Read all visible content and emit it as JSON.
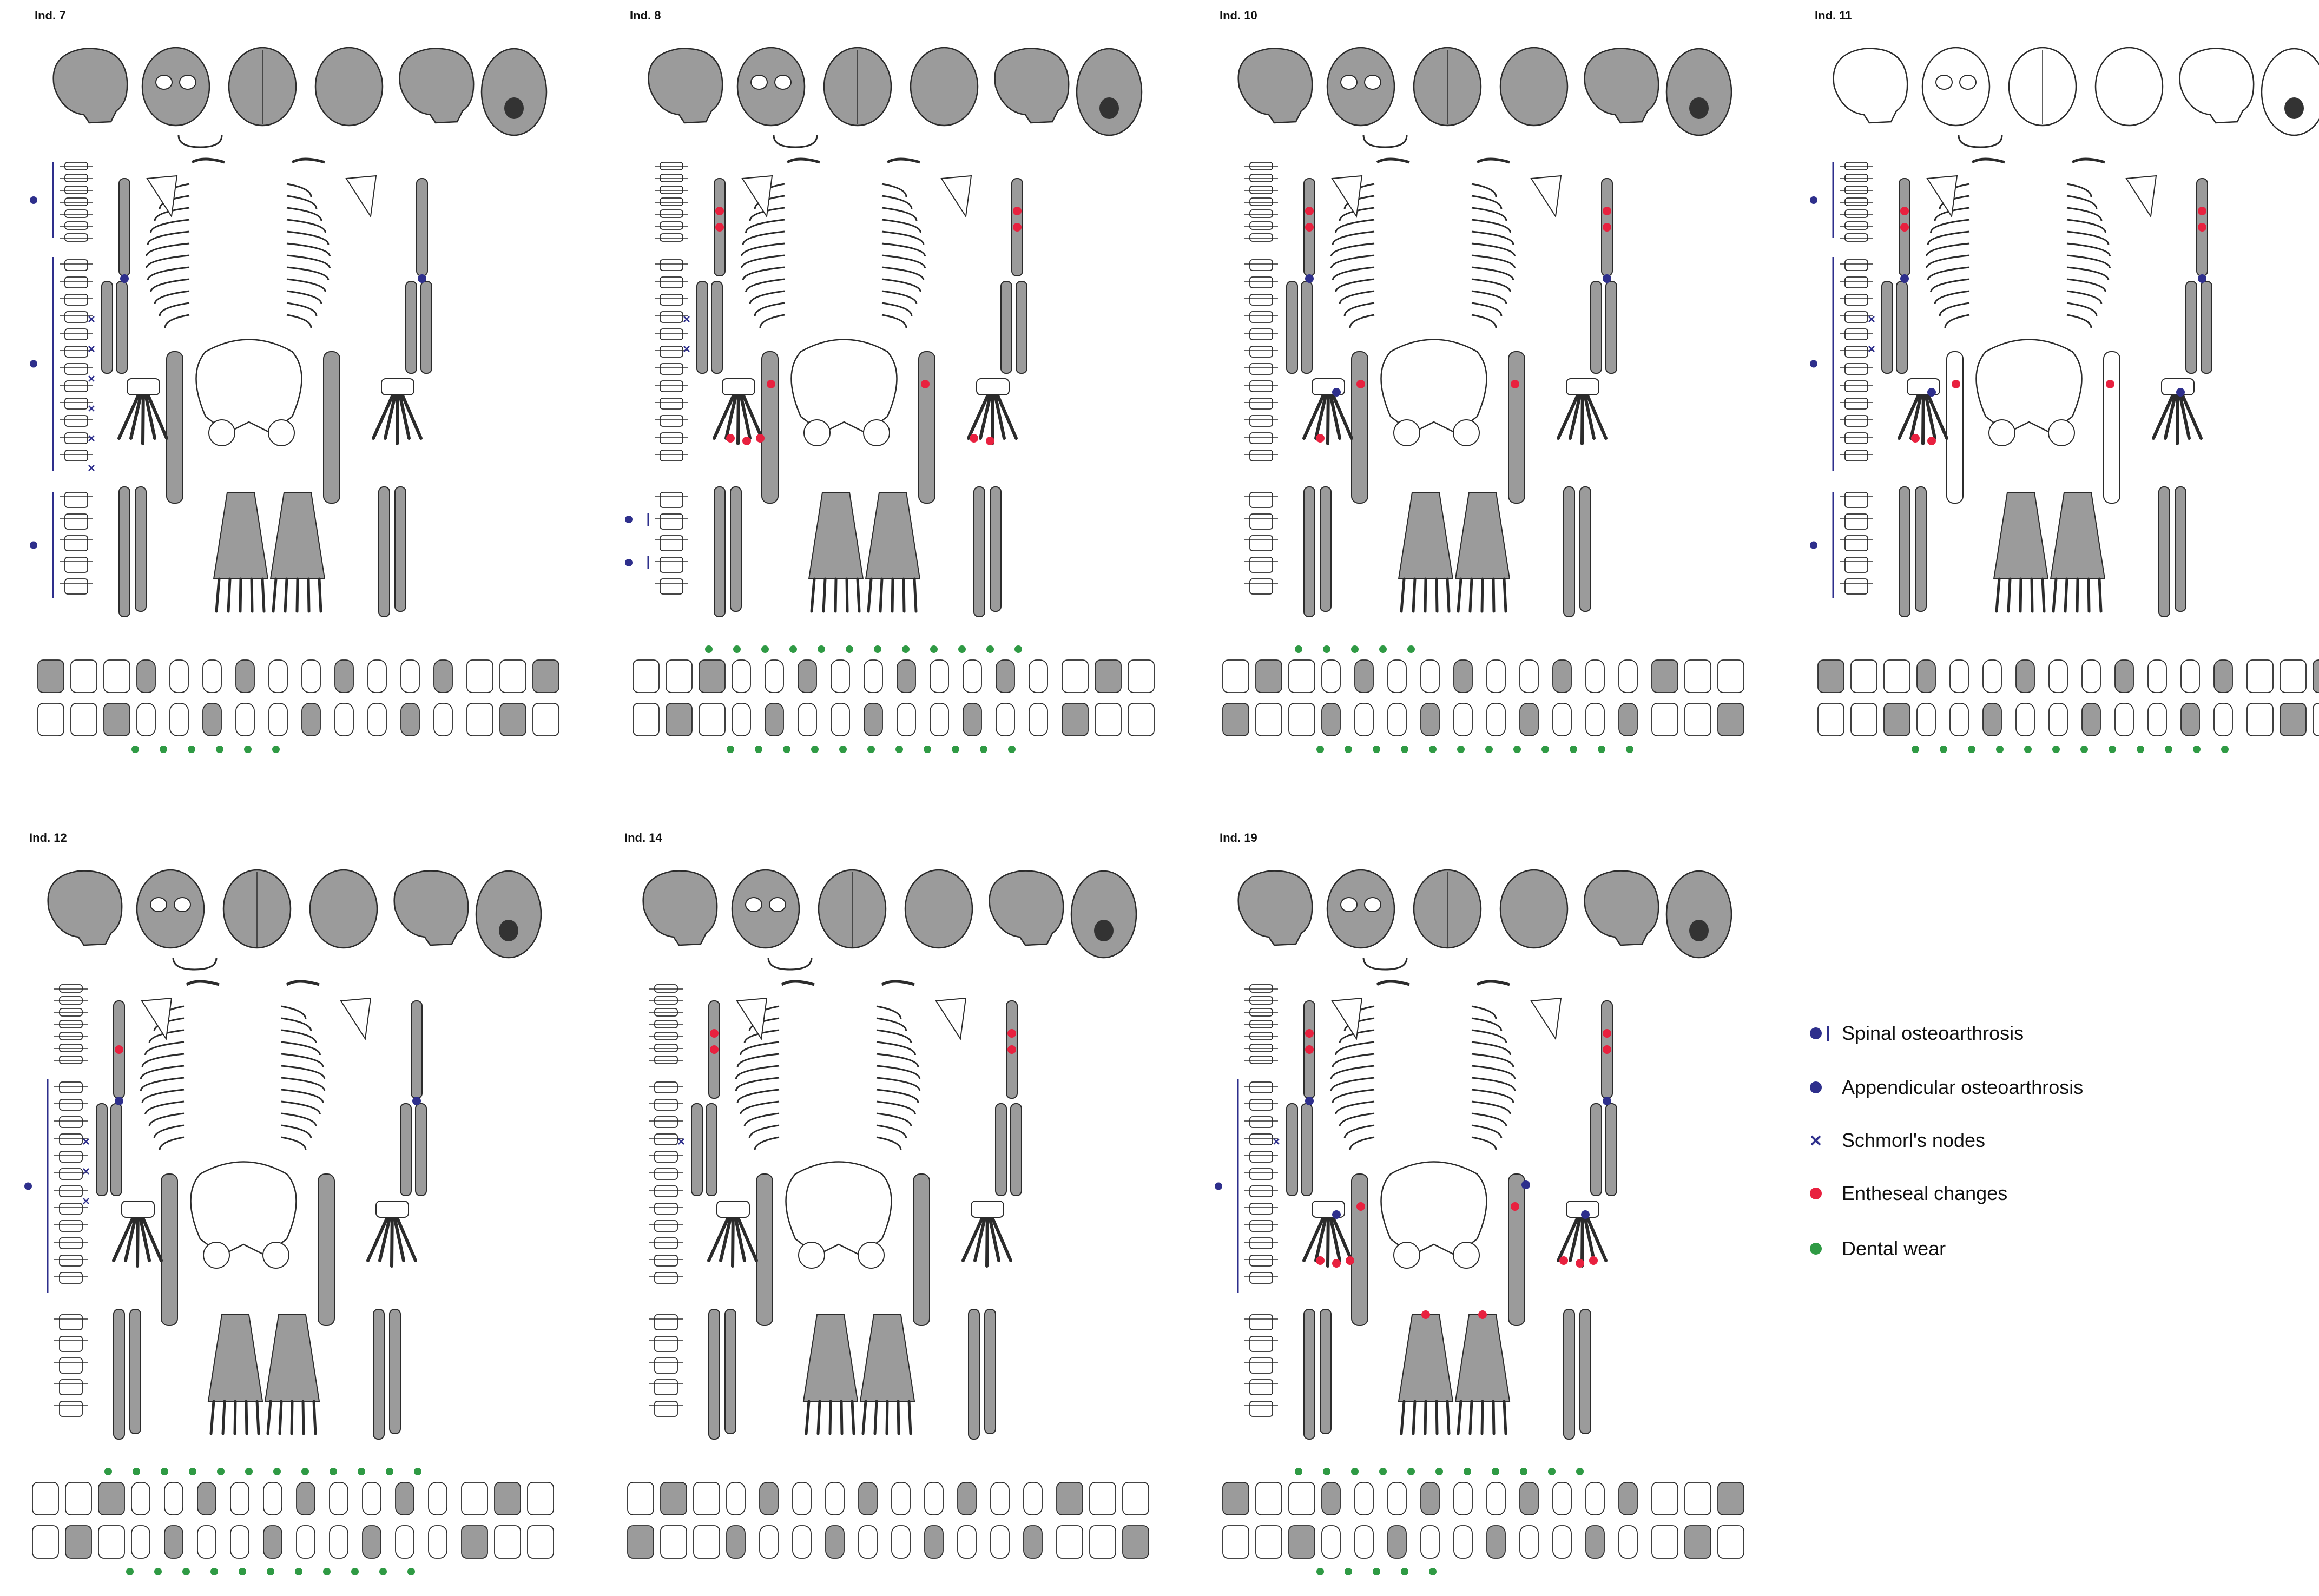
{
  "colors": {
    "bone_fill": "#9b9b9b",
    "bone_stroke": "#2b2b2b",
    "spinal_oa": "#2e2f8c",
    "appendicular_oa": "#2e2f8c",
    "schmorl": "#2e2f8c",
    "entheseal": "#e8213f",
    "dental_wear": "#2f9a44"
  },
  "panels": [
    {
      "label": "Ind. 7",
      "pos": "r1c1",
      "spinal": [
        "cervical",
        "thoracic",
        "lumbar"
      ],
      "schmorl": 6,
      "appendicular": 2,
      "entheseal": 0,
      "wear_upper": 0,
      "wear_lower": 6,
      "skull": "present",
      "missing_major": false
    },
    {
      "label": "Ind. 8",
      "pos": "r1c2",
      "spinal": [
        "lumbar-split"
      ],
      "schmorl": 2,
      "appendicular": 0,
      "entheseal": 11,
      "wear_upper": 12,
      "wear_lower": 11,
      "skull": "partial",
      "missing_major": false
    },
    {
      "label": "Ind. 10",
      "pos": "r1c3",
      "spinal": [],
      "schmorl": 0,
      "appendicular": 3,
      "entheseal": 7,
      "wear_upper": 5,
      "wear_lower": 12,
      "skull": "partial",
      "missing_major": false
    },
    {
      "label": "Ind. 11",
      "pos": "r1c4",
      "spinal": [
        "cervical",
        "thoracic",
        "lumbar"
      ],
      "schmorl": 2,
      "appendicular": 4,
      "entheseal": 8,
      "wear_upper": 0,
      "wear_lower": 12,
      "skull": "mostly-missing",
      "missing_major": true
    },
    {
      "label": "Ind. 12",
      "pos": "r2c1",
      "spinal": [
        "thoracic"
      ],
      "schmorl": 3,
      "appendicular": 2,
      "entheseal": 1,
      "wear_upper": 12,
      "wear_lower": 11,
      "skull": "present",
      "missing_major": false
    },
    {
      "label": "Ind. 14",
      "pos": "r2c2",
      "spinal": [],
      "schmorl": 1,
      "appendicular": 0,
      "entheseal": 4,
      "wear_upper": 0,
      "wear_lower": 0,
      "skull": "partial",
      "missing_major": false
    },
    {
      "label": "Ind. 19",
      "pos": "r2c3",
      "spinal": [
        "thoracic"
      ],
      "schmorl": 1,
      "appendicular": 5,
      "entheseal": 14,
      "wear_upper": 11,
      "wear_lower": 5,
      "skull": "partial",
      "missing_major": false
    }
  ],
  "legend": {
    "spinal": "Spinal osteoarthrosis",
    "appendicular": "Appendicular osteoarthrosis",
    "schmorl": "Schmorl's nodes",
    "entheseal": "Entheseal changes",
    "dental": "Dental wear"
  }
}
